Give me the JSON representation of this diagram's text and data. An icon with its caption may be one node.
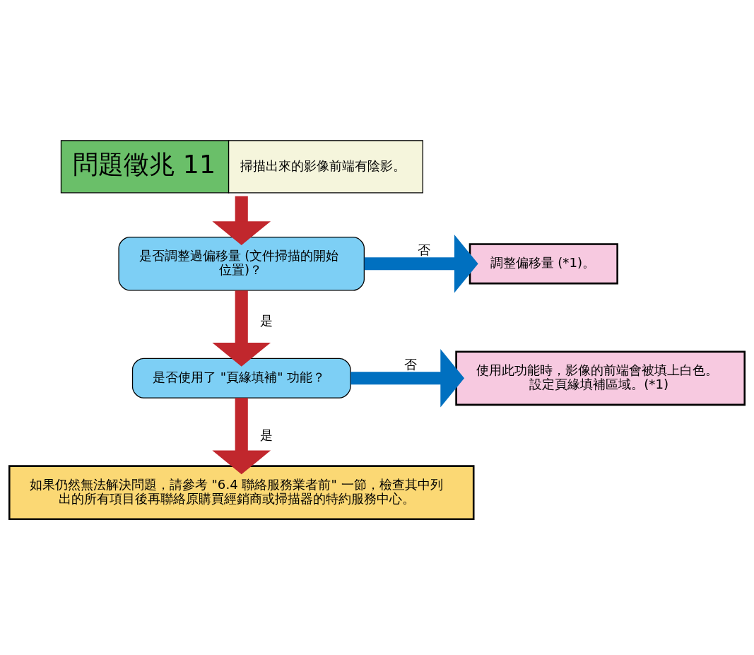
{
  "diagram": {
    "nodes": [
      {
        "text": [
          "問題徵兆 11",
          "掃描出來的影像前端有陰影。"
        ]
      },
      {
        "text": [
          "是否調整過偏移量 (文件掃描的開始位置)？"
        ]
      },
      {
        "text": [
          "調整偏移量 (*1)。"
        ]
      },
      {
        "text": [
          "是否使用了 \"頁緣填補\" 功能？"
        ]
      },
      {
        "text": [
          "使用此功能時，影像的前端會被填上白色。",
          "設定頁緣填補區域。(*1)"
        ]
      },
      {
        "text": [
          "如果仍然無法解決問題，請參考 \"6.4 聯絡服務業者前\" 一節，檢查其中列出的所有項目後再聯絡原購買經銷商或掃描器的特約服務中心。"
        ]
      }
    ],
    "edges": [
      {
        "from": 0,
        "to": 1,
        "arrow": "to"
      },
      {
        "from": 1,
        "to": 2,
        "arrow": "to",
        "label": "否",
        "color": "#0070c0"
      },
      {
        "from": 1,
        "to": 3,
        "arrow": "to",
        "label": "是"
      },
      {
        "from": 3,
        "to": 4,
        "arrow": "to",
        "label": "否",
        "color": "#0070c0"
      },
      {
        "from": 3,
        "to": 5,
        "arrow": "to",
        "label": "是"
      }
    ]
  }
}
